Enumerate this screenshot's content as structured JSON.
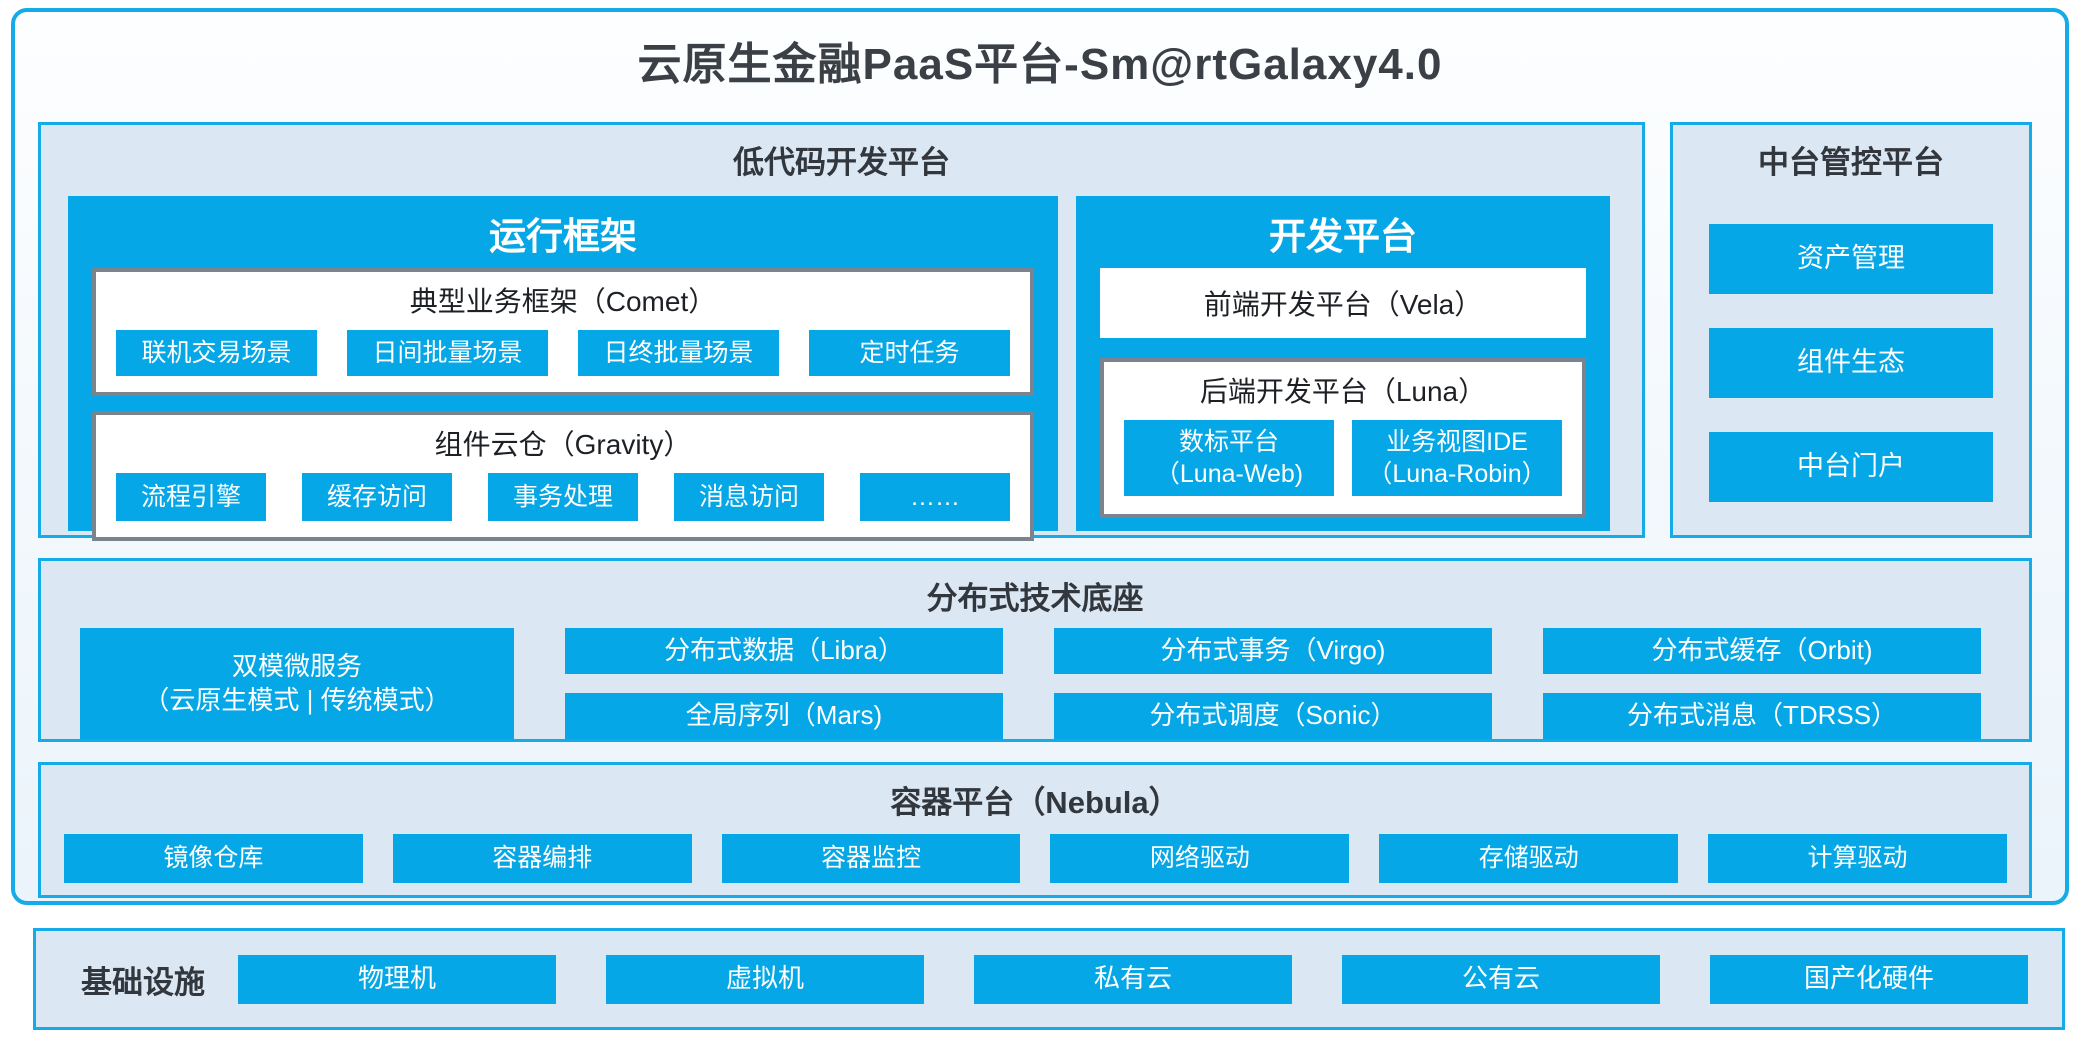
{
  "title": "云原生金融PaaS平台-Sm@rtGalaxy4.0",
  "colors": {
    "accent_blue": "#06a7e6",
    "section_background": "#dce7f4",
    "gray_box_border": "#7b838e",
    "dark_text": "#32373d",
    "white_text": "#ffffff"
  },
  "lowcode": {
    "title": "低代码开发平台",
    "runtime": {
      "title": "运行框架",
      "comet": {
        "title": "典型业务框架（Comet）",
        "buttons": [
          "联机交易场景",
          "日间批量场景",
          "日终批量场景",
          "定时任务"
        ]
      },
      "gravity": {
        "title": "组件云仓（Gravity）",
        "buttons": [
          "流程引擎",
          "缓存访问",
          "事务处理",
          "消息访问",
          "……"
        ]
      }
    },
    "dev": {
      "title": "开发平台",
      "vela": "前端开发平台（Vela）",
      "luna": {
        "title": "后端开发平台（Luna）",
        "buttons": [
          {
            "line1": "数标平台",
            "line2": "（Luna-Web)"
          },
          {
            "line1": "业务视图IDE",
            "line2": "（Luna-Robin）"
          }
        ]
      }
    }
  },
  "middleware": {
    "title": "中台管控平台",
    "buttons": [
      "资产管理",
      "组件生态",
      "中台门户"
    ]
  },
  "distributed": {
    "title": "分布式技术底座",
    "dual_mode": {
      "line1": "双模微服务",
      "line2": "（云原生模式 | 传统模式）"
    },
    "columns": [
      [
        "分布式数据（Libra）",
        "全局序列（Mars)"
      ],
      [
        "分布式事务（Virgo)",
        "分布式调度（Sonic）"
      ],
      [
        "分布式缓存（Orbit)",
        "分布式消息（TDRSS）"
      ]
    ]
  },
  "container_platform": {
    "title": "容器平台（Nebula）",
    "buttons": [
      "镜像仓库",
      "容器编排",
      "容器监控",
      "网络驱动",
      "存储驱动",
      "计算驱动"
    ]
  },
  "infrastructure": {
    "title": "基础设施",
    "buttons": [
      "物理机",
      "虚拟机",
      "私有云",
      "公有云",
      "国产化硬件"
    ]
  }
}
